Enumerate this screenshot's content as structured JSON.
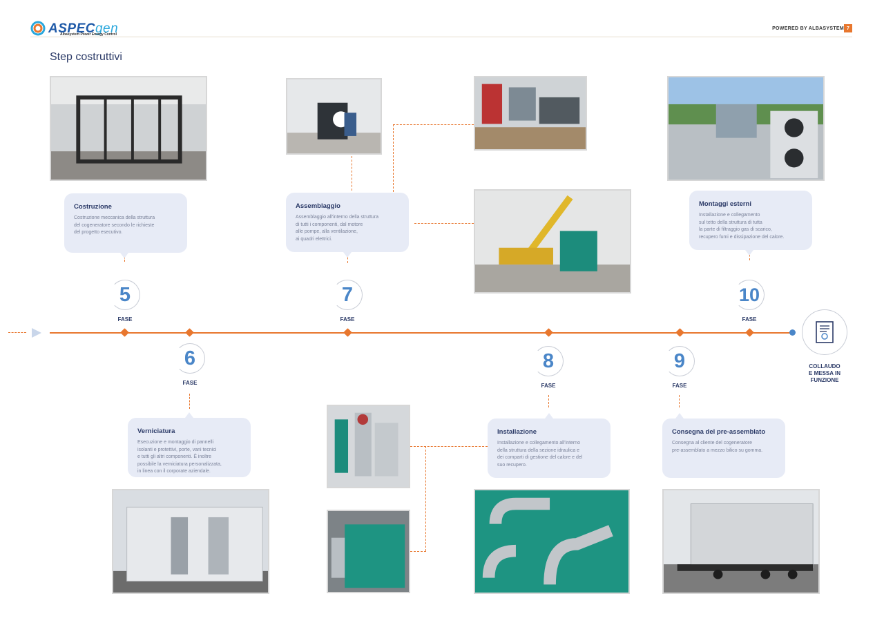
{
  "header": {
    "logo_text": "ASPEC",
    "logo_text_suffix": "gen",
    "logo_subtitle": "Albasystem Power Energy Control",
    "powered_by": "POWERED BY ALBASYSTEM",
    "page_number": "7"
  },
  "section_title": "Step costruttivi",
  "fase_label": "FASE",
  "phases": [
    {
      "number": "5",
      "title": "Costruzione",
      "body": "Costruzione meccanica della struttura\ndel cogeneratore secondo le richieste\ndel progetto esecutivo."
    },
    {
      "number": "6",
      "title": "Verniciatura",
      "body": "Esecuzione e montaggio di pannelli\nisolanti e protettivi, porte, vani tecnici\ne tutti gli altri componenti. È inoltre\npossibile la verniciatura personalizzata,\nin linea con il corporate aziendale."
    },
    {
      "number": "7",
      "title": "Assemblaggio",
      "body": "Assemblaggio all'interno della struttura\ndi tutti i componenti, dal motore\nalle pompe, alla ventilazione,\nai quadri elettrici."
    },
    {
      "number": "8",
      "title": "Installazione",
      "body": "Installazione e collegamento all'interno\ndella struttura della sezione idraulica e\ndei comparti di gestione del calore e del\nsuo recupero."
    },
    {
      "number": "9",
      "title": "Consegna del pre-assemblato",
      "body": "Consegna al cliente del cogeneratore\npre-assemblato a mezzo bilico su gomma."
    },
    {
      "number": "10",
      "title": "Montaggi esterni",
      "body": "Installazione e collegamento\nsul tetto della struttura di tutta\nla parte di filtraggio gas di scarico,\nrecupero fumi e dissipazione del calore."
    }
  ],
  "final_step": {
    "label": "COLLAUDO\nE MESSA IN\nFUNZIONE",
    "icon": "certificate-icon"
  },
  "colors": {
    "accent": "#e8772e",
    "navy": "#2b3a67",
    "blue": "#4a86c8",
    "card_bg": "#e7ebf6"
  }
}
